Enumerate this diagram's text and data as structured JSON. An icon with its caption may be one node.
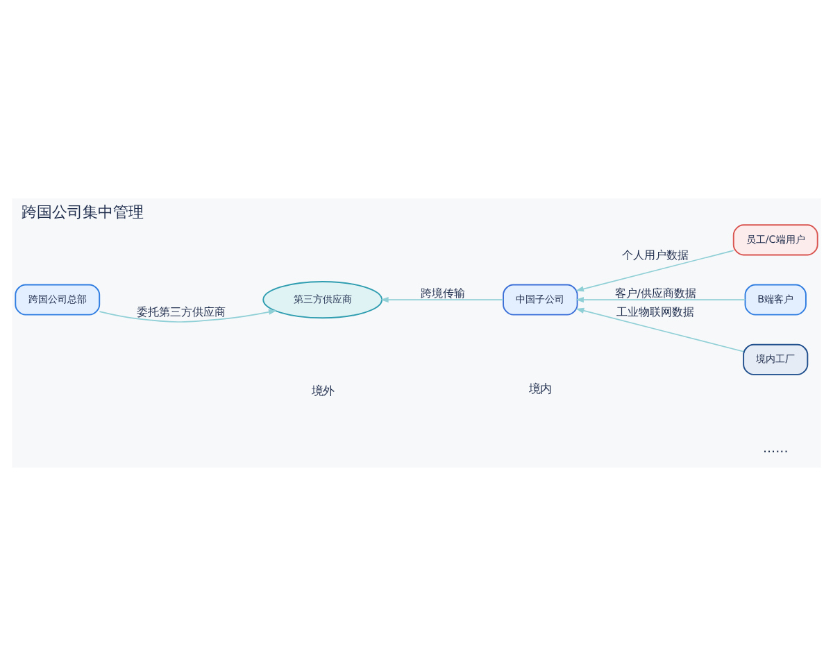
{
  "diagram": {
    "title": "跨国公司集中管理",
    "nodes": [
      {
        "text": [
          "跨国公司总部"
        ]
      },
      {
        "text": [
          "第三方供应商"
        ]
      },
      {
        "text": [
          "中国子公司"
        ]
      },
      {
        "text": [
          "员工/C端用户"
        ]
      },
      {
        "text": [
          "B端客户"
        ]
      },
      {
        "text": [
          "境内工厂"
        ]
      }
    ],
    "edges": [
      {
        "from": 0,
        "to": 1,
        "arrow": "to",
        "label": "委托第三方供应商"
      },
      {
        "from": 2,
        "to": 1,
        "arrow": "to",
        "label": "跨境传输"
      },
      {
        "from": 3,
        "to": 2,
        "arrow": "to",
        "label": "个人用户数据"
      },
      {
        "from": 4,
        "to": 2,
        "arrow": "to",
        "label": "客户/供应商数据"
      },
      {
        "from": 5,
        "to": 2,
        "arrow": "to",
        "label": "工业物联网数据"
      }
    ],
    "labels": [
      "......",
      "境外",
      "境内"
    ]
  }
}
